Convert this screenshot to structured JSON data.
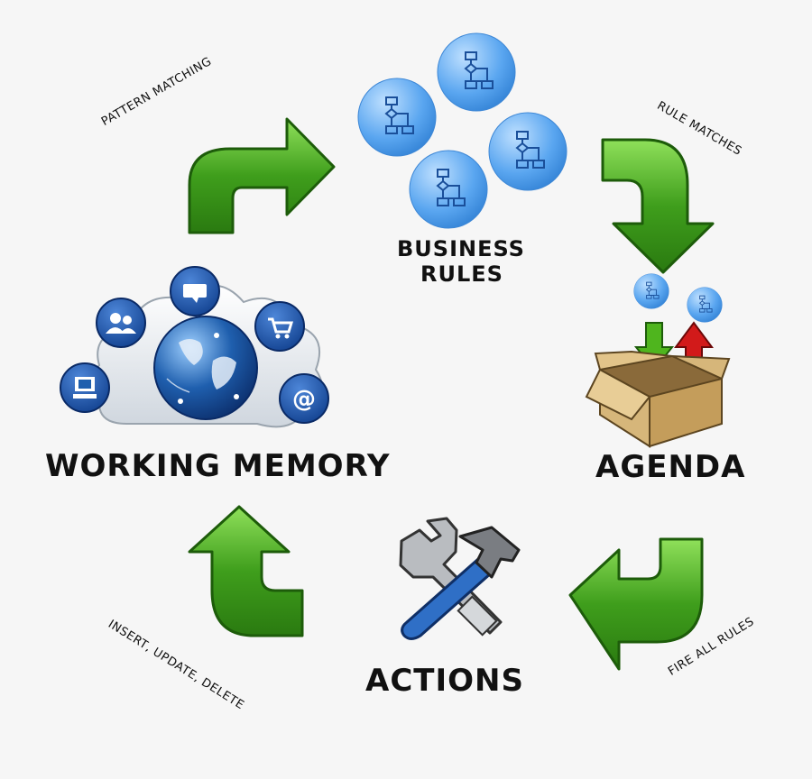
{
  "nodes": {
    "business_rules": {
      "line1": "BUSINESS",
      "line2": "RULES"
    },
    "agenda": {
      "label": "AGENDA"
    },
    "actions": {
      "label": "ACTIONS"
    },
    "working_memory": {
      "label": "WORKING MEMORY"
    }
  },
  "edges": {
    "pattern_matching": "PATTERN MATCHING",
    "rule_matches": "RULE MATCHES",
    "fire_all_rules": "FIRE ALL RULES",
    "insert_update_delete": "INSERT, UPDATE, DELETE"
  },
  "colors": {
    "arrow_green": "#3f9e1c",
    "rule_blue": "#5aa6f0",
    "box_tan": "#d6b67a",
    "globe_blue": "#1f5fae"
  },
  "icons": [
    "flowchart-icon",
    "cardboard-box-icon",
    "wrench-hammer-icon",
    "globe-icon",
    "chat-icon",
    "users-icon",
    "cart-icon",
    "email-icon",
    "computer-icon"
  ]
}
